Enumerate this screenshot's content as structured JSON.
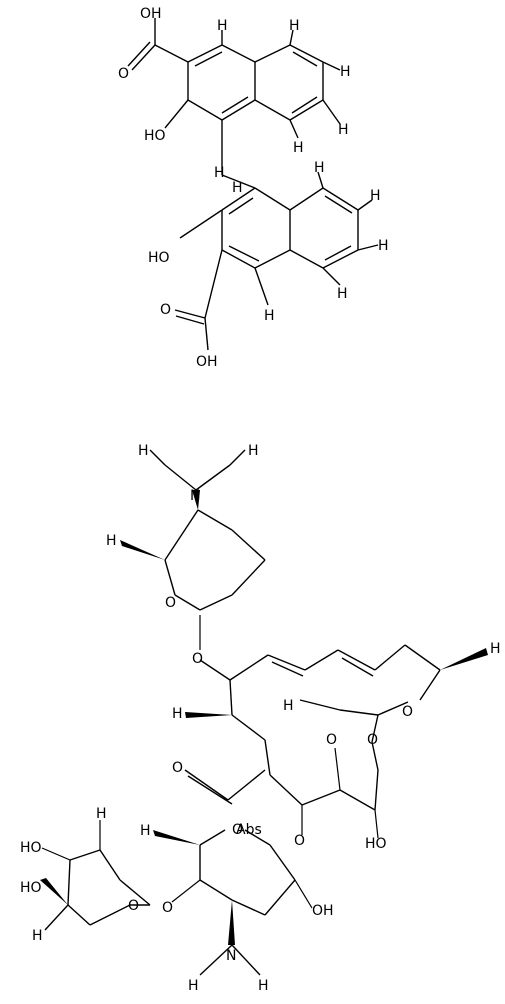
{
  "atoms": {
    "O": "O",
    "OH": "OH",
    "HO": "HO",
    "H": "H",
    "N": "N",
    "Abs": "Abs"
  }
}
